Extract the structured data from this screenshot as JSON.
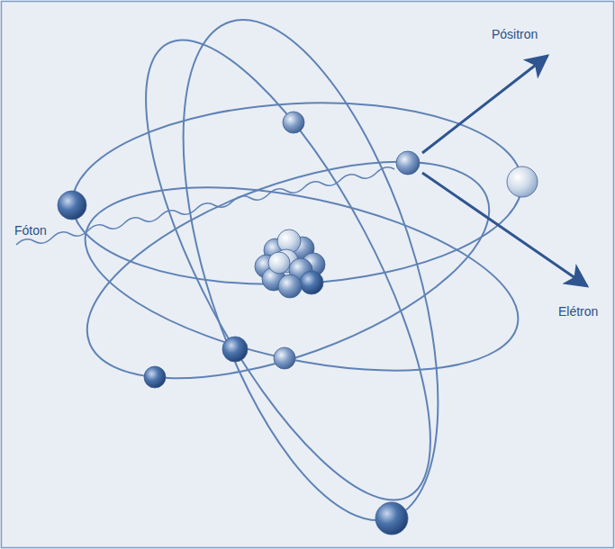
{
  "diagram": {
    "labels": [
      "Fóton",
      "Pósitron",
      "Elétron"
    ]
  }
}
